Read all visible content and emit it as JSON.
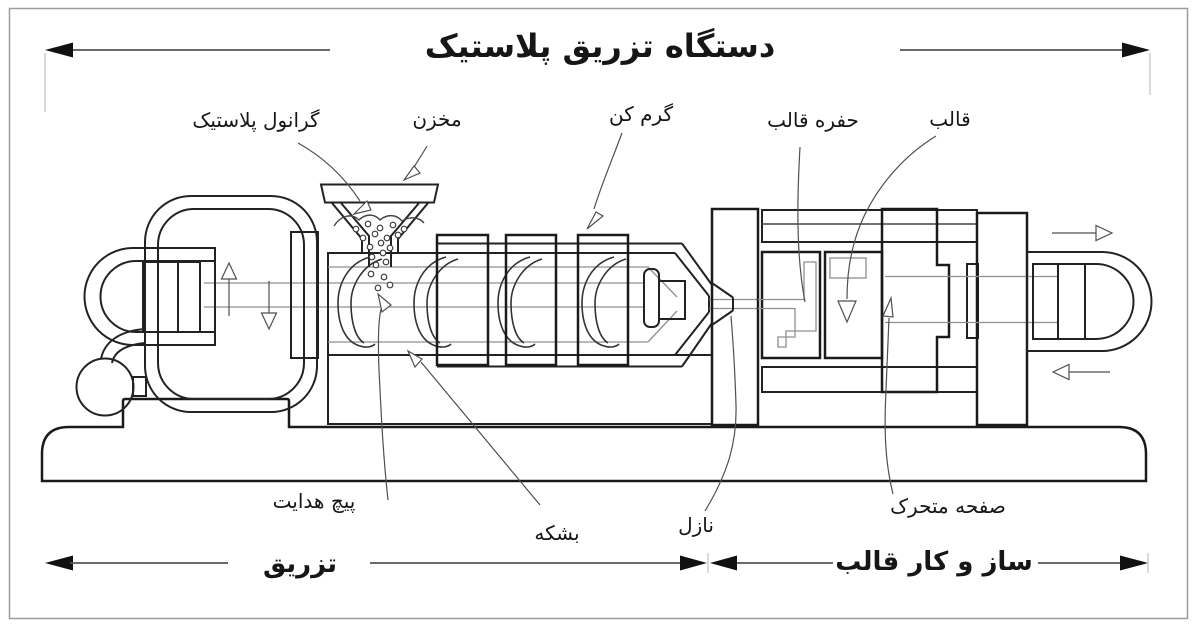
{
  "title": "دستگاه تزریق پلاستیک",
  "labels": {
    "granules": "گرانول پلاستیک",
    "hopper": "مخزن",
    "heater": "گرم کن",
    "mold_cavity": "حفره قالب",
    "mold": "قالب",
    "guide_screw": "پیچ هدایت",
    "barrel": "بشکه",
    "nozzle": "نازل",
    "moving_plate": "صفحه متحرک"
  },
  "sections": {
    "injection": "تزریق",
    "mold_mechanism": "ساز و کار قالب"
  },
  "colors": {
    "line": "#1a1a1a",
    "secondary_line": "#8f8f8f",
    "leader": "#4f4f4f",
    "border": "#9b9b9b",
    "background": "#ffffff"
  }
}
